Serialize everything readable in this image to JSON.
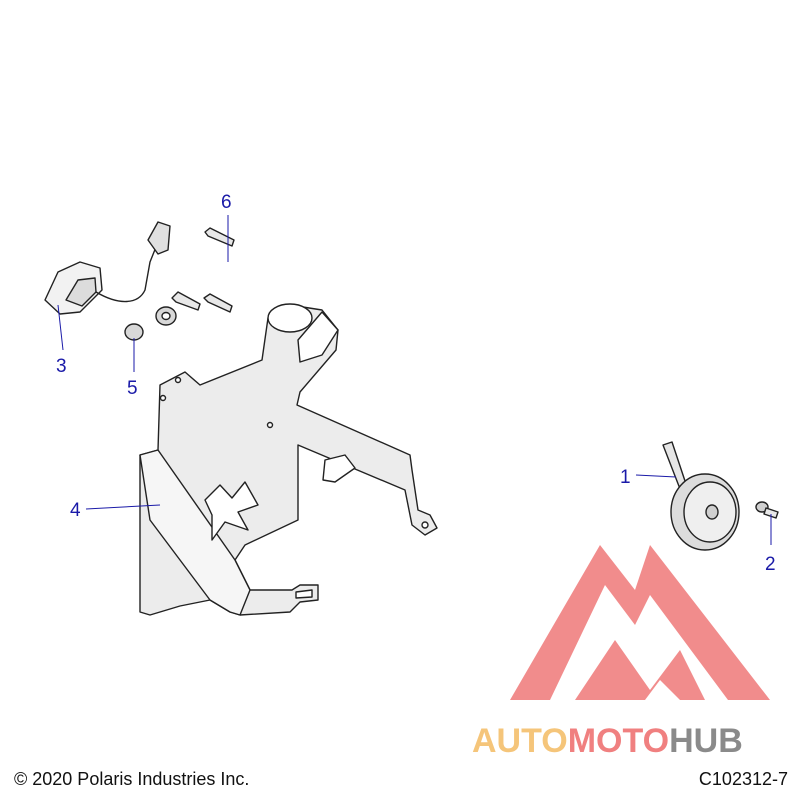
{
  "diagram": {
    "callouts": [
      {
        "id": "1",
        "label": "1"
      },
      {
        "id": "2",
        "label": "2"
      },
      {
        "id": "3",
        "label": "3"
      },
      {
        "id": "4",
        "label": "4"
      },
      {
        "id": "5",
        "label": "5"
      },
      {
        "id": "6",
        "label": "6"
      }
    ]
  },
  "footer": {
    "copyright": "© 2020 Polaris Industries Inc.",
    "drawing_number": "C102312-7"
  },
  "watermark": {
    "text_auto": "AUTO",
    "text_moto": "MOTO",
    "text_hub": "HUB",
    "colors": {
      "logo": "#f08080",
      "auto": "#f5c57a",
      "moto": "#f08080",
      "hub": "#8a8a8a"
    }
  }
}
